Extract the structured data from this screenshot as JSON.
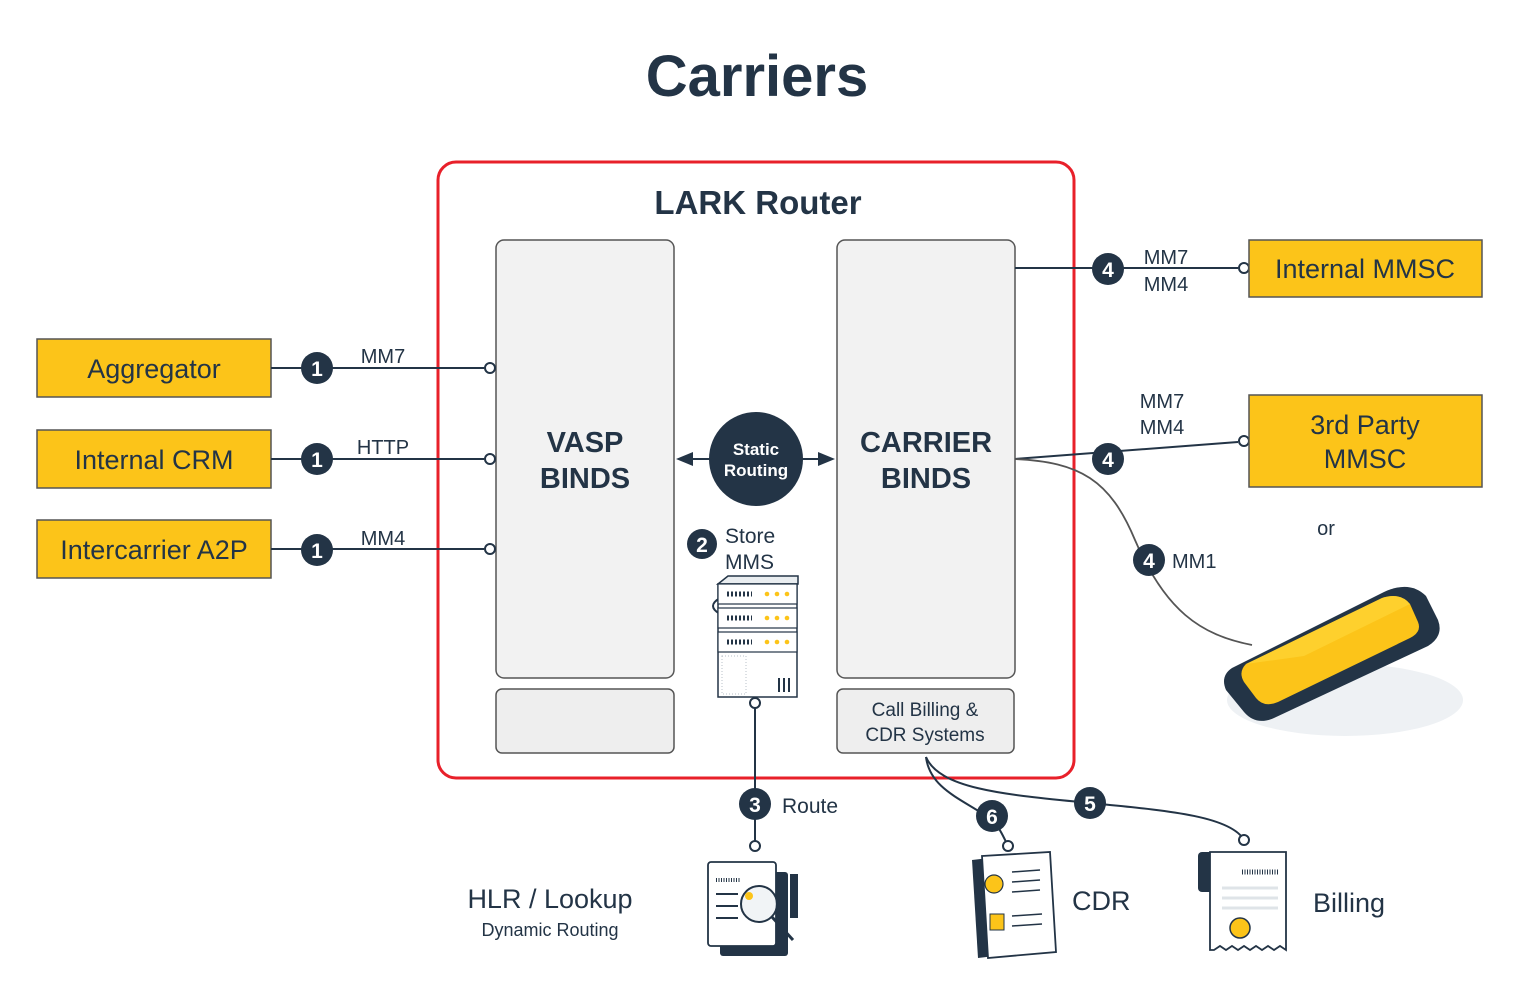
{
  "title": "Carriers",
  "router": {
    "title": "LARK Router",
    "vasp_line1": "VASP",
    "vasp_line2": "BINDS",
    "carrier_line1": "CARRIER",
    "carrier_line2": "BINDS",
    "static_line1": "Static",
    "static_line2": "Routing",
    "store_line1": "Store",
    "store_line2": "MMS",
    "billing_line1": "Call Billing &",
    "billing_line2": "CDR Systems"
  },
  "left_sources": [
    {
      "label": "Aggregator",
      "protocol": "MM7",
      "step": "1"
    },
    {
      "label": "Internal CRM",
      "protocol": "HTTP",
      "step": "1"
    },
    {
      "label": "Intercarrier A2P",
      "protocol": "MM4",
      "step": "1"
    }
  ],
  "right_targets": {
    "internal_mmsc": {
      "label": "Internal MMSC",
      "protocol1": "MM7",
      "protocol2": "MM4",
      "step": "4"
    },
    "third_party_mmsc": {
      "line1": "3rd Party",
      "line2": "MMSC",
      "protocol1": "MM7",
      "protocol2": "MM4",
      "step": "4"
    },
    "or_text": "or",
    "handset": {
      "protocol": "MM1",
      "step": "4"
    }
  },
  "bottom": {
    "store_step": "2",
    "route_step": "3",
    "route_label": "Route",
    "hlr_title": "HLR / Lookup",
    "hlr_subtitle": "Dynamic Routing",
    "cdr_step": "6",
    "cdr_label": "CDR",
    "billing_step": "5",
    "billing_label": "Billing"
  },
  "colors": {
    "navy": "#233446",
    "yellow": "#fcc419",
    "router_border": "#e8202a",
    "panel_fill": "#f2f2f2",
    "panel_stroke": "#555555"
  }
}
